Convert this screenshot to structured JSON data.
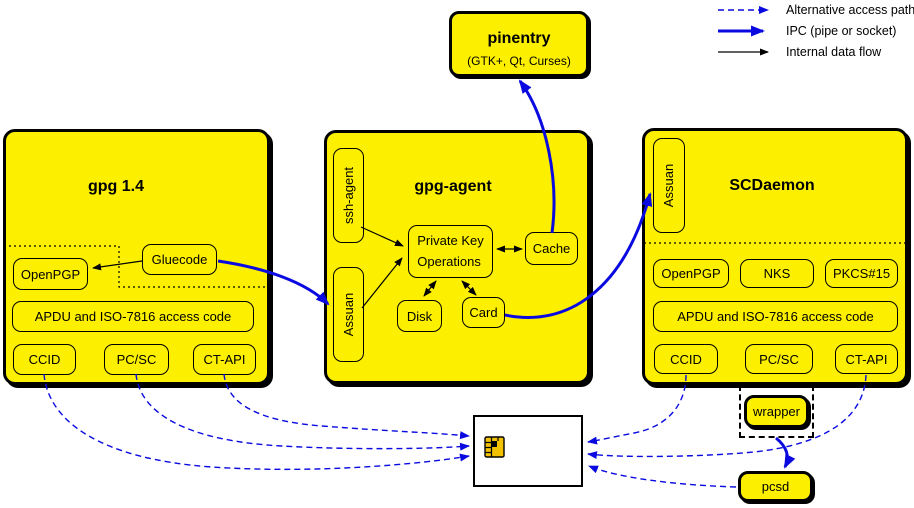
{
  "colors": {
    "box_fill": "#FCF000",
    "ipc_blue": "#0A0AE0",
    "line_black": "#000000",
    "card_fill": "#FFFFFF",
    "chip_fill": "#F2C200"
  },
  "legend": {
    "alt_label": "Alternative access paths",
    "ipc_label": "IPC (pipe or socket)",
    "internal_label": "Internal data flow"
  },
  "pinentry": {
    "title": "pinentry",
    "subtitle": "(GTK+, Qt, Curses)"
  },
  "gpg14": {
    "title": "gpg 1.4",
    "openpgp": "OpenPGP",
    "gluecode": "Gluecode",
    "apdu": "APDU and ISO-7816 access code",
    "ccid": "CCID",
    "pcsc": "PC/SC",
    "ctapi": "CT-API"
  },
  "gpgagent": {
    "title": "gpg-agent",
    "ssh_agent": "ssh-agent",
    "assuan": "Assuan",
    "pko": "Private Key\nOperations",
    "cache": "Cache",
    "disk": "Disk",
    "card": "Card"
  },
  "scdaemon": {
    "title": "SCDaemon",
    "assuan": "Assuan",
    "openpgp": "OpenPGP",
    "nks": "NKS",
    "pkcs15": "PKCS#15",
    "apdu": "APDU and ISO-7816 access code",
    "ccid": "CCID",
    "pcsc": "PC/SC",
    "ctapi": "CT-API"
  },
  "wrapper": {
    "label": "wrapper"
  },
  "pcsd": {
    "label": "pcsd"
  }
}
